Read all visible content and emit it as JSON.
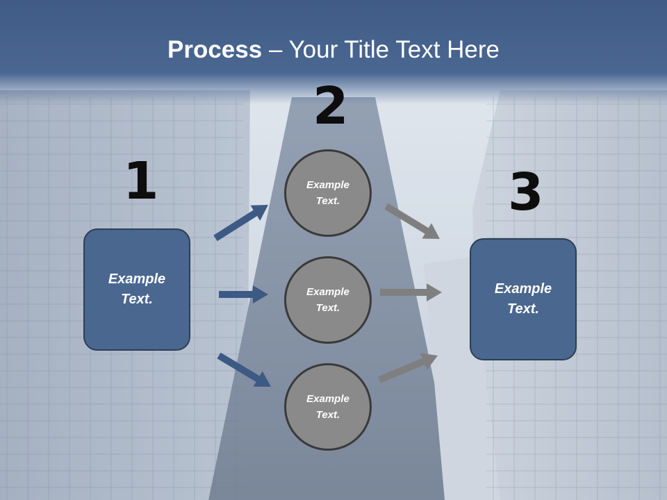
{
  "title": {
    "bold": "Process",
    "rest": " – Your Title Text Here"
  },
  "steps": [
    {
      "number": "1",
      "label_line1": "Example",
      "label_line2": "Text."
    },
    {
      "number": "2",
      "nodes": [
        {
          "label_line1": "Example",
          "label_line2": "Text."
        },
        {
          "label_line1": "Example",
          "label_line2": "Text."
        },
        {
          "label_line1": "Example",
          "label_line2": "Text."
        }
      ]
    },
    {
      "number": "3",
      "label_line1": "Example",
      "label_line2": "Text."
    }
  ],
  "colors": {
    "title_band": "#46628d",
    "box_fill": "#4a6790",
    "box_border": "#2c3e55",
    "circle_fill": "#8a8a8a",
    "circle_border": "#3a3a3a",
    "arrow_blue": "#3d5a85",
    "arrow_gray": "#7f7f7f"
  }
}
